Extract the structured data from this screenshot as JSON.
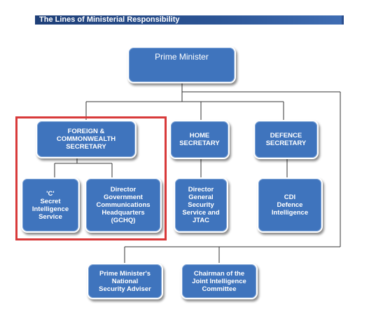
{
  "title": "The Lines of Ministerial Responsibility",
  "nodes": {
    "pm": "Prime Minister",
    "foreign": "FOREIGN &\nCOMMONWEALTH\nSECRETARY",
    "home": "HOME\nSECRETARY",
    "defence": "DEFENCE\nSECRETARY",
    "c": "'C'\nSecret\nIntelligence\nService",
    "gchq": "Director\nGovernment\nCommunications\nHeadquarters\n(GCHQ)",
    "security": "Director\nGeneral\nSecurity\nService and\nJTAC",
    "cdi": "CDI\nDefence\nIntelligence",
    "nsa": "Prime Minister's\nNational\nSecurity Adviser",
    "jic": "Chairman of the\nJoint Intelligence\nCommittee"
  },
  "colors": {
    "box": "#3f74bd",
    "title_bar": "#2c5596",
    "highlight": "#d83a3a"
  }
}
